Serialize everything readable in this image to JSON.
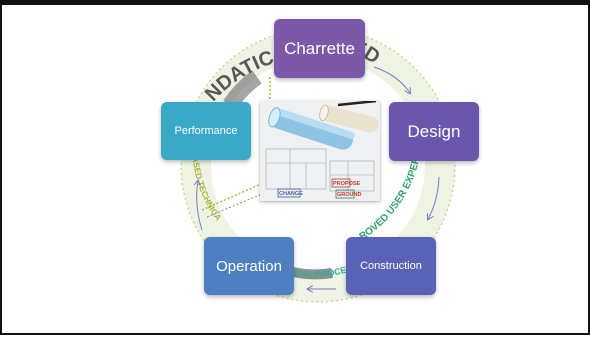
{
  "diagram": {
    "stages": [
      {
        "label": "Charrette",
        "color": "#7c59a8"
      },
      {
        "label": "Design",
        "color": "#6a57ad"
      },
      {
        "label": "Construction",
        "color": "#5a62b7"
      },
      {
        "label": "Operation",
        "color": "#4e7fc0"
      },
      {
        "label": "Performance",
        "color": "#39a9c5"
      }
    ],
    "arc_text": {
      "top": "NDATIC",
      "top_right": "EED",
      "right": "ROVED USER EXPER",
      "bottom": "TIVE PROCE",
      "left": "EASED TECHNICA"
    },
    "photo_notes": [
      "PROPOSE",
      "GROUND",
      "CHANGE"
    ],
    "cycle_arrow_color": "#7c78c8",
    "arc_colors": [
      "#5a5a5a",
      "#8cc63f",
      "#2bb0a8",
      "#c9d65a"
    ]
  }
}
